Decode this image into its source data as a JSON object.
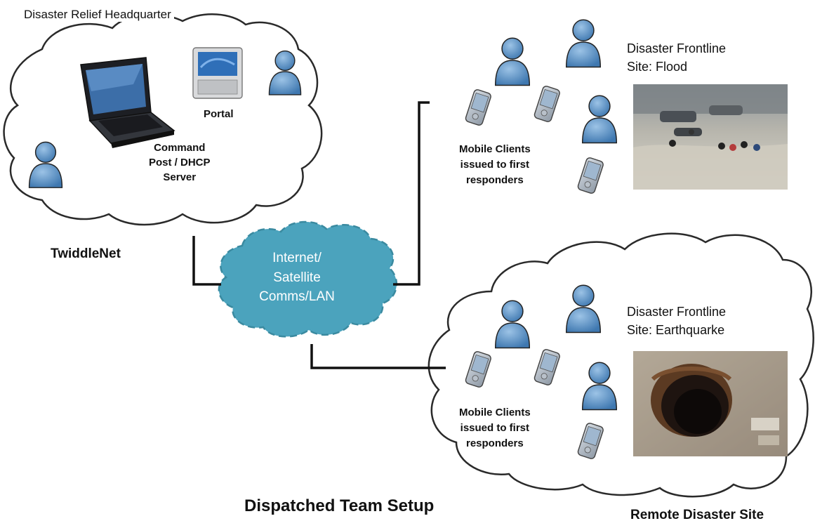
{
  "headquarters": {
    "title": "Disaster Relief Headquarter",
    "portal_label": "Portal",
    "command_post_lines": [
      "Command",
      "Post / DHCP",
      "Server"
    ],
    "network_name": "TwiddleNet"
  },
  "network_cloud": {
    "lines": [
      "Internet/",
      "Satellite",
      "Comms/LAN"
    ]
  },
  "flood_site": {
    "title_lines": [
      "Disaster Frontline",
      "Site: Flood"
    ],
    "mobile_lines": [
      "Mobile  Clients",
      "issued to first",
      "responders"
    ]
  },
  "earthquake_site": {
    "title_lines": [
      "Disaster Frontline",
      "Site: Earthquarke"
    ],
    "mobile_lines": [
      "Mobile  Clients",
      "issued to first",
      "responders"
    ]
  },
  "footer": {
    "dispatched_label": "Dispatched Team Setup",
    "remote_label": "Remote Disaster Site"
  },
  "colors": {
    "person_fill": "#5b93c7",
    "network_cloud_fill": "#4ba3bd",
    "outline": "#222222"
  },
  "icons": [
    "laptop-icon",
    "portal-tablet-icon",
    "person-icon",
    "pda-icon",
    "flood-photo",
    "earthquake-photo"
  ]
}
